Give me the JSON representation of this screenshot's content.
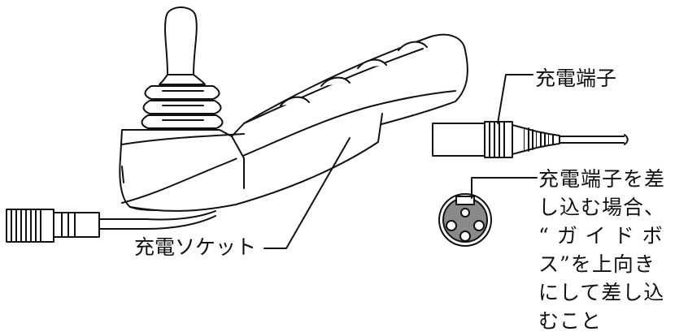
{
  "labels": {
    "charging_terminal": "充電端子",
    "charging_socket": "充電ソケット",
    "insertion_note": "充電端子を差\nし込む場合、\n“ ガ イ ド ボ\nス”を上向き\nにして差し込\nむこと"
  },
  "colors": {
    "line": "#111111",
    "background": "#ffffff",
    "connector_face": "#8a8a8a",
    "pin": "#ffffff"
  }
}
